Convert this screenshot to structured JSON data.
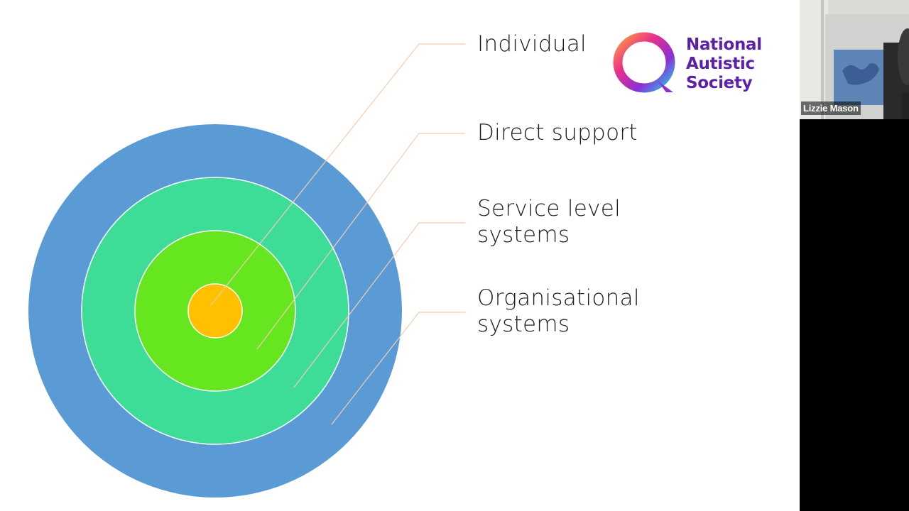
{
  "slide": {
    "labels": {
      "individual": "Individual",
      "direct_support": "Direct support",
      "service_level": [
        "Service level",
        "systems"
      ],
      "organisational": [
        "Organisational",
        "systems"
      ]
    },
    "diagram_colors": {
      "outer": "#5b9bd5",
      "second": "#3ddc97",
      "third": "#66e61f",
      "core": "#ffc000",
      "leader_line": "#f8cbad"
    },
    "logo": {
      "lines": [
        "National",
        "Autistic",
        "Society"
      ],
      "text_color": "#5b21a8"
    }
  },
  "video_panel": {
    "participant_name": "Lizzie Mason"
  }
}
